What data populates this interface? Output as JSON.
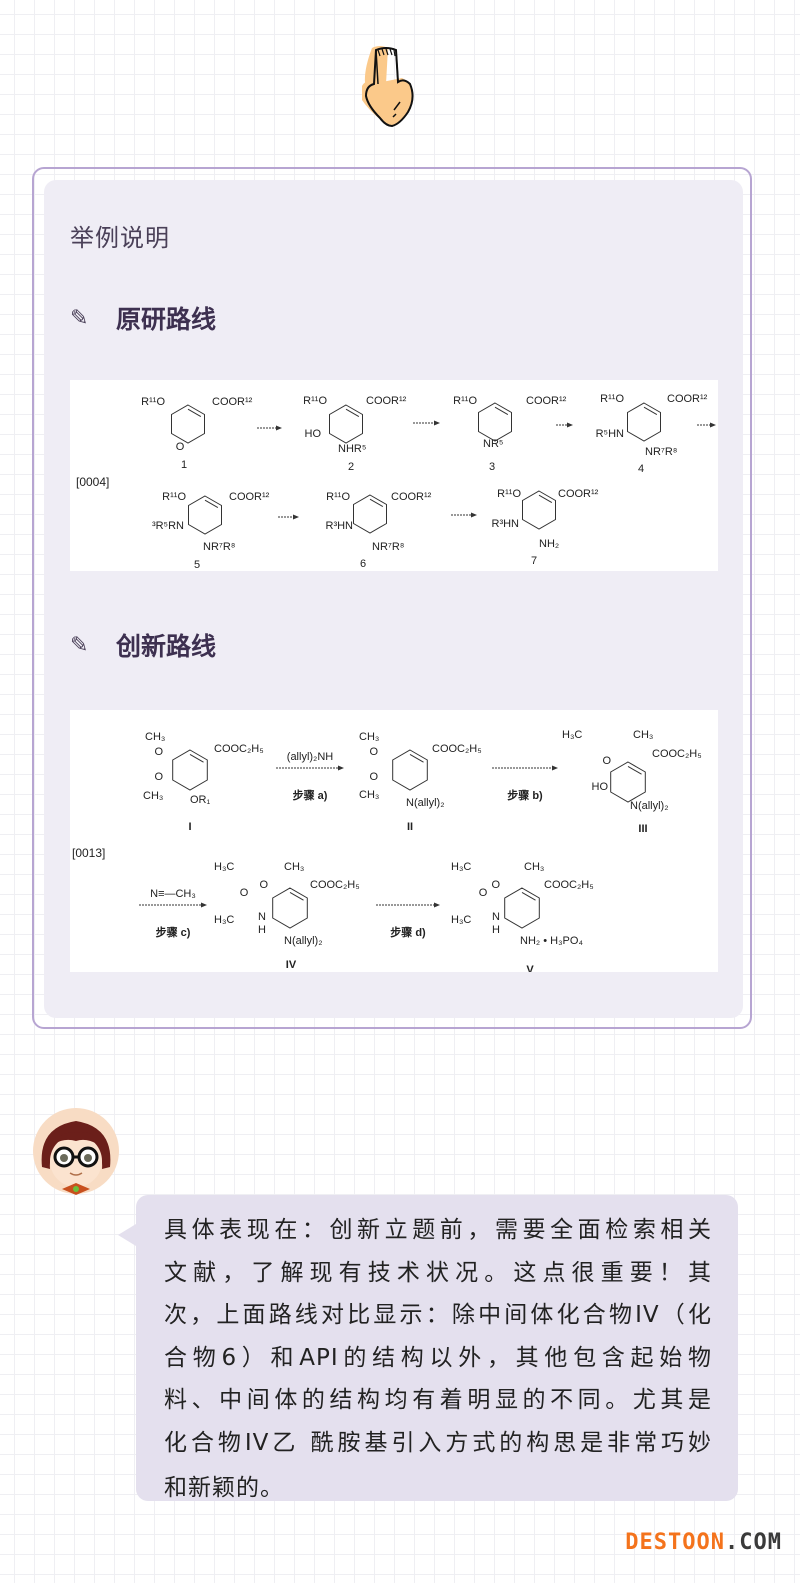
{
  "intro_label": "举例说明",
  "sections": [
    {
      "icon": "pencil-icon",
      "glyph": "✎",
      "title": "原研路线"
    },
    {
      "icon": "pencil-icon",
      "glyph": "✎",
      "title": "创新路线"
    }
  ],
  "scheme1": {
    "paragraph": "[0004]",
    "compounds": [
      {
        "number": "1",
        "labels": [
          "R¹¹O",
          "COOR¹²",
          "O"
        ]
      },
      {
        "number": "2",
        "labels": [
          "R¹¹O",
          "COOR¹²",
          "HO",
          "NHR⁵"
        ]
      },
      {
        "number": "3",
        "labels": [
          "R¹¹O",
          "COOR¹²",
          "NR⁵"
        ]
      },
      {
        "number": "4",
        "labels": [
          "R¹¹O",
          "COOR¹²",
          "R⁵HN",
          "NR⁷R⁸"
        ]
      },
      {
        "number": "5",
        "labels": [
          "R¹¹O",
          "COOR¹²",
          "³R⁵RN",
          "NR⁷R⁸"
        ]
      },
      {
        "number": "6",
        "labels": [
          "R¹¹O",
          "COOR¹²",
          "R³HN",
          "NR⁷R⁸"
        ]
      },
      {
        "number": "7",
        "labels": [
          "R¹¹O",
          "COOR¹²",
          "R³HN",
          "NH₂"
        ]
      }
    ]
  },
  "scheme2": {
    "paragraph": "[0013]",
    "compounds": [
      {
        "number": "I",
        "labels": [
          "O",
          "O",
          "CH₃",
          "CH₃",
          "COOC₂H₅",
          "OR₁"
        ]
      },
      {
        "number": "II",
        "labels": [
          "O",
          "O",
          "CH₃",
          "CH₃",
          "COOC₂H₅",
          "N(allyl)₂"
        ]
      },
      {
        "number": "III",
        "labels": [
          "H₃C",
          "CH₃",
          "O",
          "COOC₂H₅",
          "HO",
          "N(allyl)₂"
        ]
      },
      {
        "number": "IV",
        "labels": [
          "H₃C",
          "CH₃",
          "O",
          "COOC₂H₅",
          "O",
          "H₃C",
          "N",
          "H",
          "N(allyl)₂"
        ]
      },
      {
        "number": "V",
        "labels": [
          "H₃C",
          "CH₃",
          "O",
          "COOC₂H₅",
          "O",
          "H₃C",
          "N",
          "H",
          "NH₂ • H₃PO₄"
        ]
      }
    ],
    "arrows": [
      {
        "reagent": "(allyl)₂NH",
        "step": "步骤 a)"
      },
      {
        "reagent": "",
        "step": "步骤 b)"
      },
      {
        "reagent": "N≡—CH₃",
        "step": "步骤 c)"
      },
      {
        "reagent": "",
        "step": "步骤 d)"
      }
    ]
  },
  "bubble": {
    "lines": [
      "具体表现在：创新立题前，需要全面检索相关",
      "文献，了解现有技术状况。这点很重要！其",
      "次，上面路线对比显示：除中间体化合物IV（化",
      "合物6）和API的结构以外，其他包含起始物",
      "料、中间体的结构均有着明显的不同。尤其是",
      "化合物IV乙 酰胺基引入方式的构思是非常巧妙",
      "和新颖的。"
    ]
  },
  "watermark": {
    "brand": "DESTOON",
    "suffix": ".COM"
  },
  "colors": {
    "card_border": "#b7a5d2",
    "panel": "#efedf5",
    "bubble": "#e4e0ee",
    "watermark": "#f4731c",
    "hand": "#fbc98a"
  }
}
